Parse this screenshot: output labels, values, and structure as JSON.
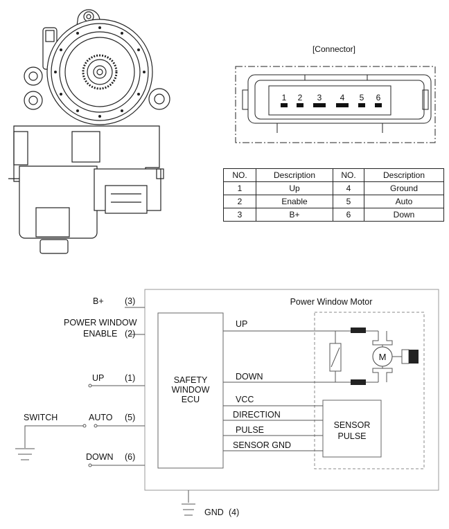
{
  "connector": {
    "title": "[Connector]",
    "pins": [
      "1",
      "2",
      "3",
      "4",
      "5",
      "6"
    ]
  },
  "pin_table": {
    "headers": [
      "NO.",
      "Description",
      "NO.",
      "Description"
    ],
    "rows": [
      [
        "1",
        "Up",
        "4",
        "Ground"
      ],
      [
        "2",
        "Enable",
        "5",
        "Auto"
      ],
      [
        "3",
        "B+",
        "6",
        "Down"
      ]
    ]
  },
  "circuit": {
    "motor_title": "Power Window Motor",
    "ecu_line1": "SAFETY",
    "ecu_line2": "WINDOW",
    "ecu_line3": "ECU",
    "motor_symbol": "M",
    "sensor_line1": "SENSOR",
    "sensor_line2": "PULSE",
    "ext": {
      "bplus": "B+",
      "bplus_pin": "(3)",
      "enable_line1": "POWER WINDOW",
      "enable_line2": "ENABLE",
      "enable_pin": "(2)",
      "up": "UP",
      "up_pin": "(1)",
      "switch": "SWITCH",
      "auto": "AUTO",
      "auto_pin": "(5)",
      "down": "DOWN",
      "down_pin": "(6)",
      "gnd": "GND",
      "gnd_pin": "(4)"
    },
    "int": {
      "up": "UP",
      "down": "DOWN",
      "vcc": "VCC",
      "direction": "DIRECTION",
      "pulse": "PULSE",
      "sensor_gnd": "SENSOR GND"
    }
  }
}
